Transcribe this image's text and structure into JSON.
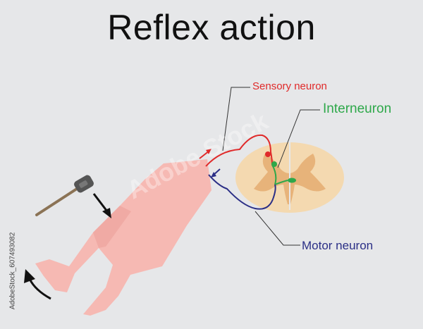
{
  "title": "Reflex action",
  "labels": {
    "sensory": "Sensory  neuron",
    "interneuron": "Interneuron",
    "motor": "Motor  neuron"
  },
  "stock_id": "AdobeStock_607493082",
  "watermark": "Adobe Stock",
  "colors": {
    "background": "#e6e7e9",
    "sensory": "#e02a2a",
    "interneuron": "#2ea84a",
    "motor": "#2b2f86",
    "leg": "#f6b9b3",
    "spinal_white": "#f4d9b0",
    "spinal_grey": "#e7b37a"
  },
  "icons": [
    "reflex-hammer-icon",
    "curved-arrow-icon"
  ]
}
